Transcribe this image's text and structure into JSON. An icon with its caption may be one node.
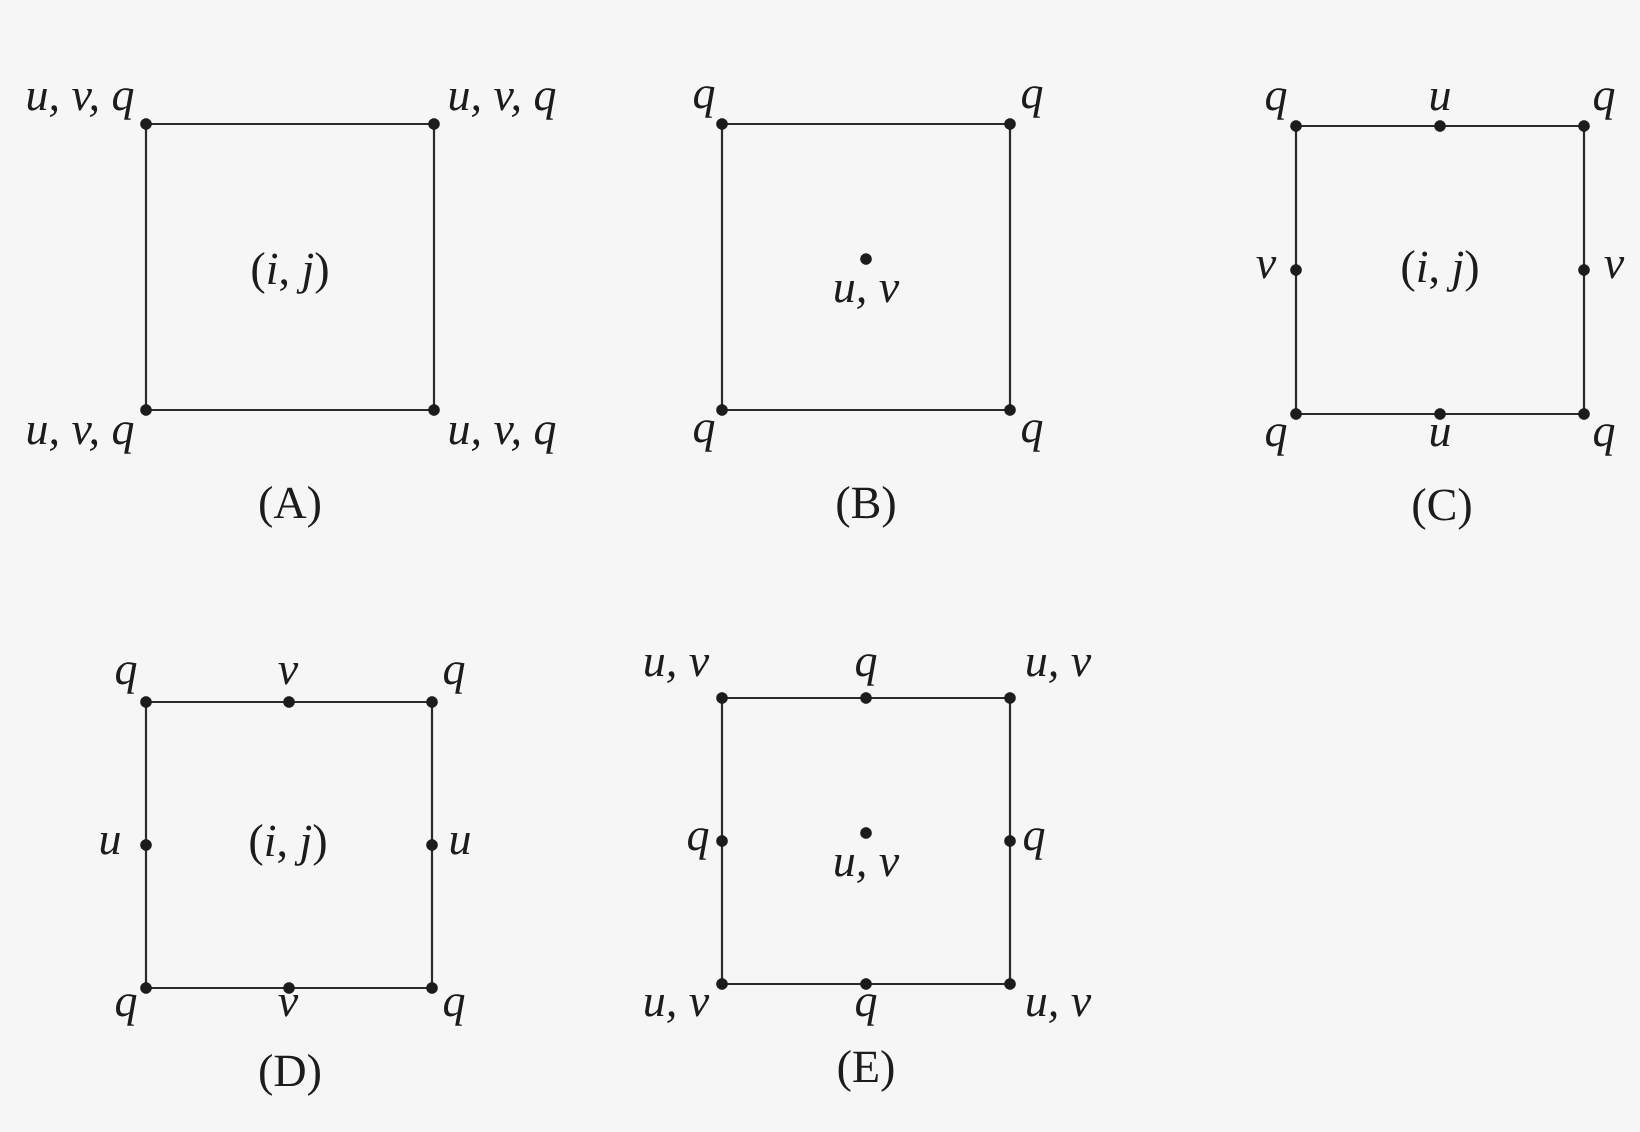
{
  "diagram": {
    "nodes": [
      {
        "text": [
          "(*i*, *j*)"
        ],
        "beside": [
          "u, v, q",
          "u, v, q",
          "u, v, q",
          "u, v, q",
          "(A)"
        ]
      },
      {
        "text": [
          "u, v"
        ],
        "beside": [
          "q",
          "q",
          "q",
          "q",
          "(B)"
        ]
      },
      {
        "text": [
          "(*i*, *j*)"
        ],
        "beside": [
          "q",
          "u",
          "q",
          "v",
          "v",
          "q",
          "u",
          "q",
          "(C)"
        ]
      },
      {
        "text": [
          "(*i*, *j*)"
        ],
        "beside": [
          "q",
          "v",
          "q",
          "u",
          "u",
          "q",
          "v",
          "q",
          "(D)"
        ]
      },
      {
        "text": [
          "u, v"
        ],
        "beside": [
          "u, v",
          "q",
          "u, v",
          "q",
          "q",
          "u, v",
          "q",
          "u, v",
          "(E)"
        ]
      }
    ]
  }
}
